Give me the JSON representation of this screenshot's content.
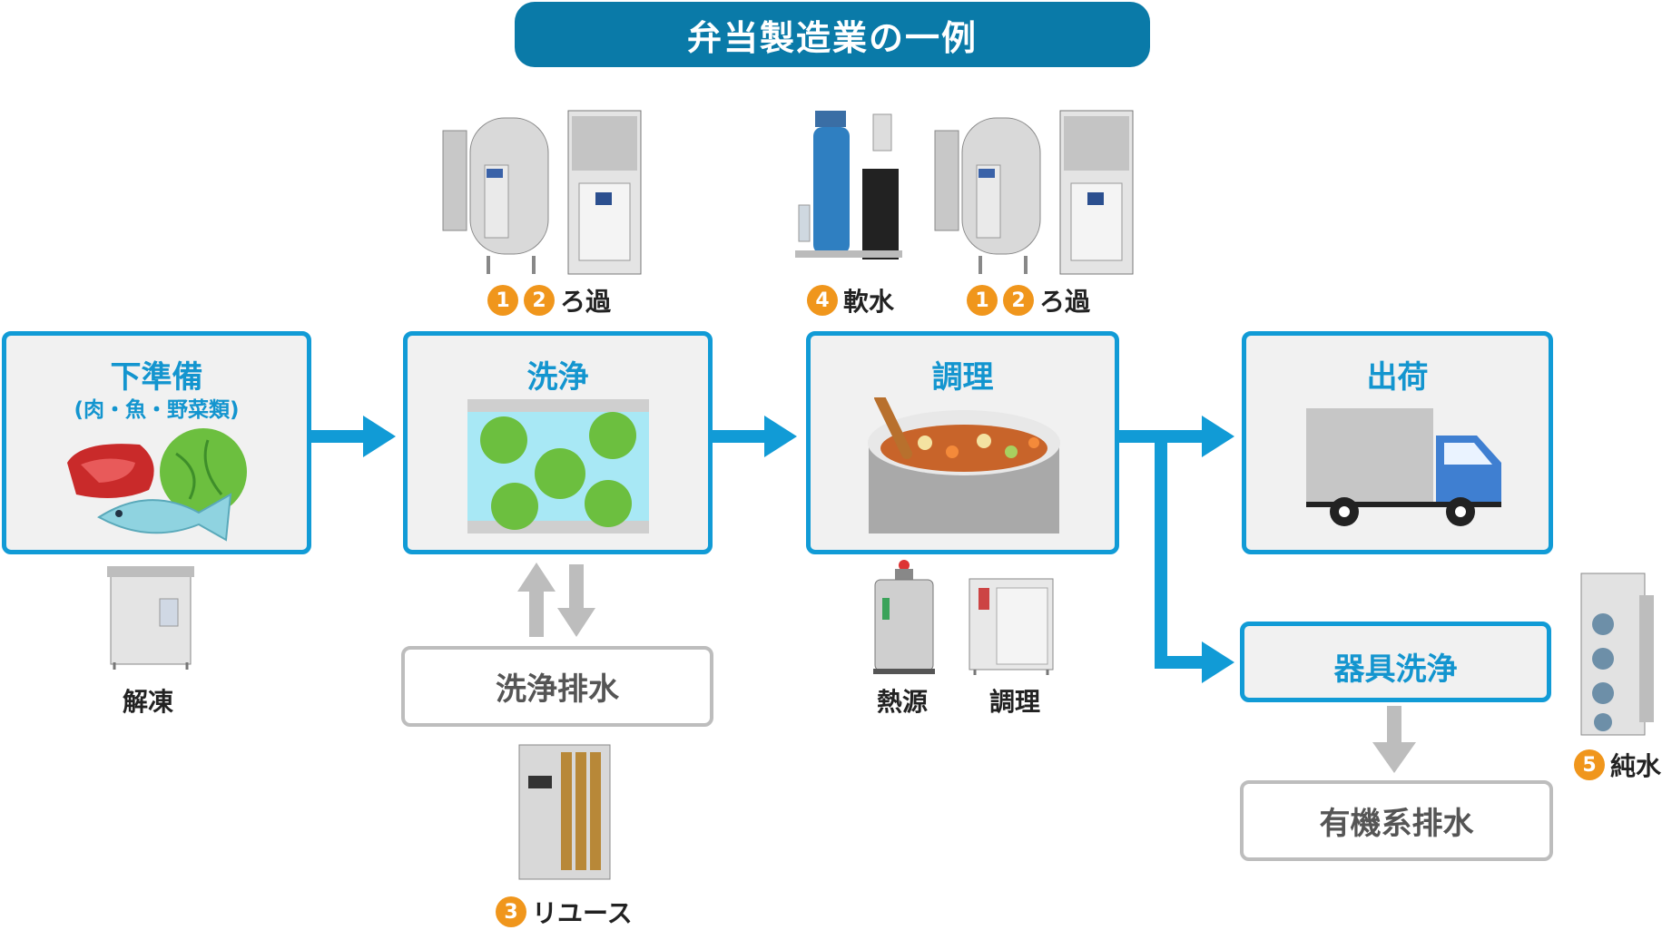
{
  "title": "弁当製造業の一例",
  "steps": {
    "prep": {
      "title": "下準備",
      "sub": "(肉・魚・野菜類)"
    },
    "wash": {
      "title": "洗浄"
    },
    "cook": {
      "title": "調理"
    },
    "ship": {
      "title": "出荷"
    },
    "tool_wash": {
      "title": "器具洗浄"
    }
  },
  "drains": {
    "wash_drain": "洗浄排水",
    "organic_drain": "有機系排水"
  },
  "equipment": {
    "filtration_1": {
      "badges": [
        "1",
        "2"
      ],
      "label": "ろ過"
    },
    "softener": {
      "badges": [
        "4"
      ],
      "label": "軟水"
    },
    "filtration_2": {
      "badges": [
        "1",
        "2"
      ],
      "label": "ろ過"
    },
    "thaw": {
      "label": "解凍"
    },
    "heat_source": {
      "label": "熱源"
    },
    "cooking": {
      "label": "調理"
    },
    "reuse": {
      "badges": [
        "3"
      ],
      "label": "リユース"
    },
    "pure_water": {
      "badges": [
        "5"
      ],
      "label": "純水"
    }
  },
  "colors": {
    "banner": "#0a7aa8",
    "accent_blue": "#119bd6",
    "badge_orange": "#f0961c",
    "drain_gray": "#bdbdbd"
  }
}
